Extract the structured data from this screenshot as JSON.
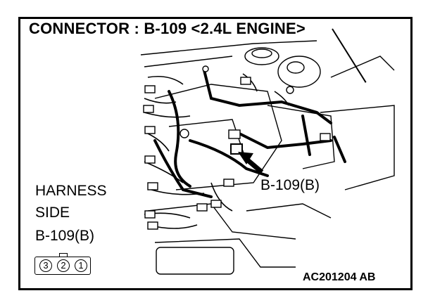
{
  "title": "CONNECTOR : B-109 <2.4L ENGINE>",
  "callout_label": "B-109(B)",
  "harness_label_line1": "HARNESS",
  "harness_label_line2": "SIDE",
  "harness_connector": "B-109(B)",
  "pins": [
    "3",
    "2",
    "1"
  ],
  "figure_code": "AC201204 AB"
}
